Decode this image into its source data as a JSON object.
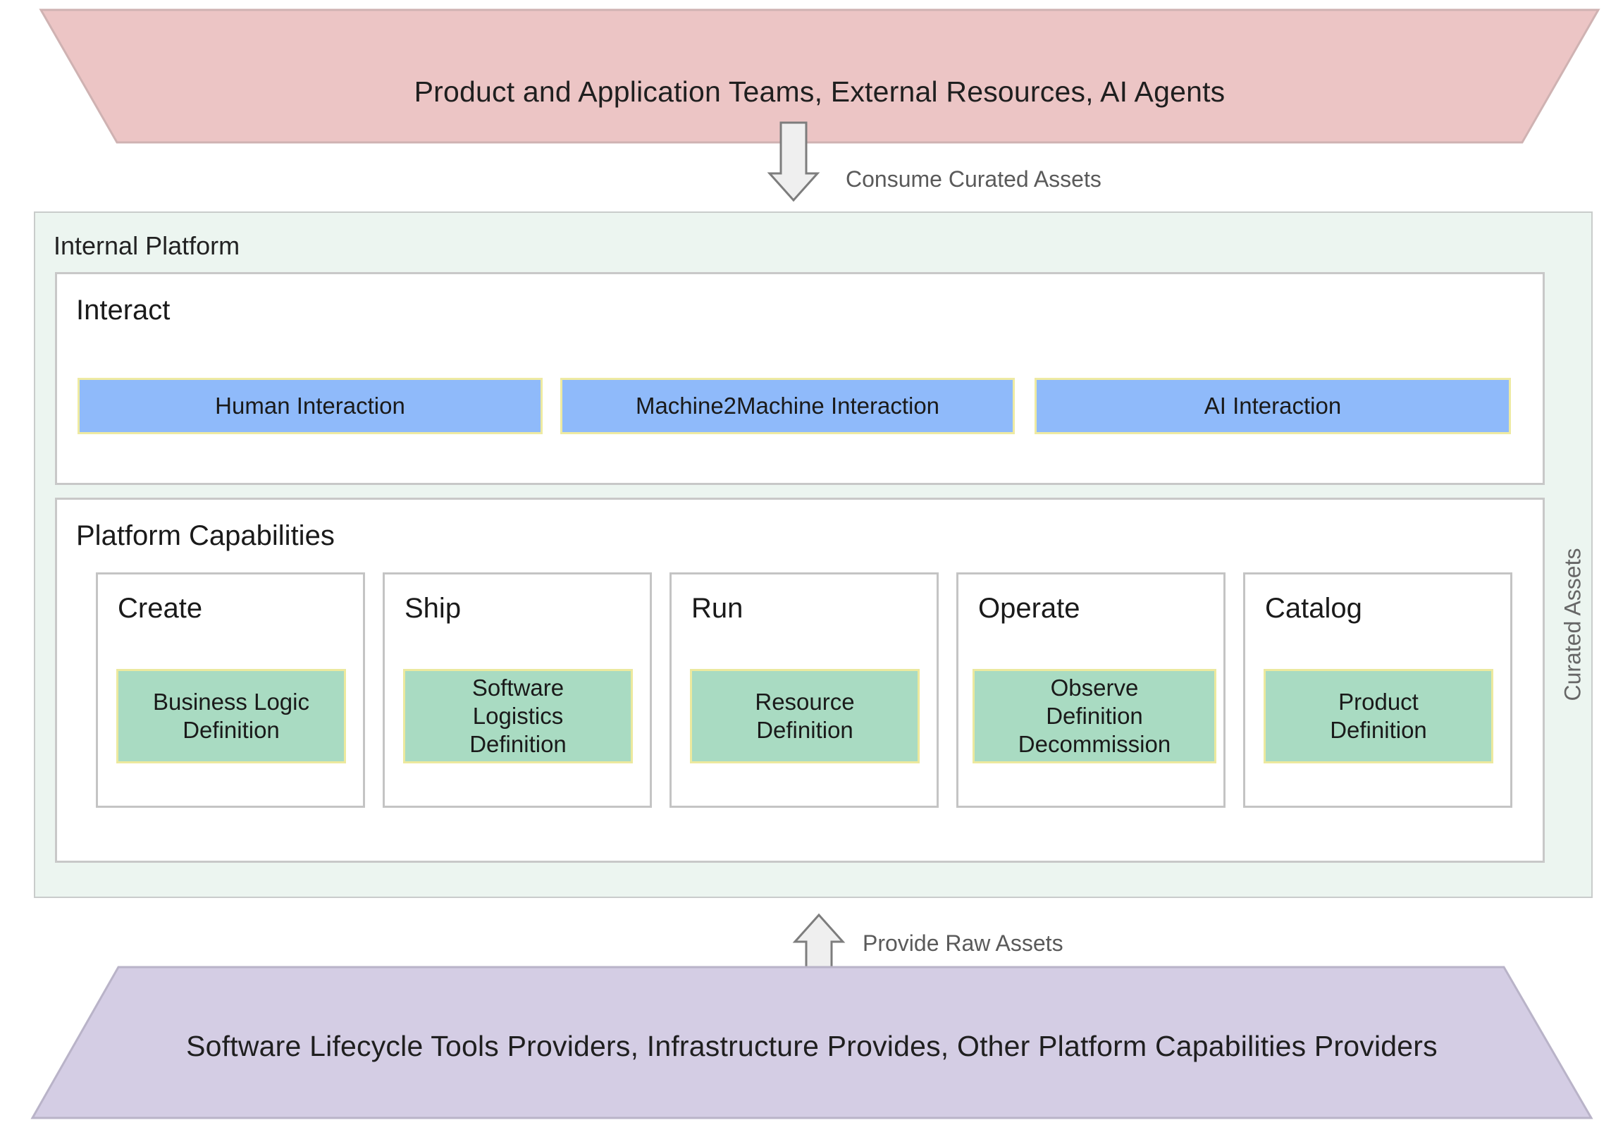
{
  "top_layer": {
    "label": "Product and Application Teams, External Resources, AI Agents",
    "color": "#ecc5c5"
  },
  "consume_arrow": {
    "label": "Consume Curated Assets",
    "direction": "down"
  },
  "platform": {
    "title": "Internal Platform",
    "side_label": "Curated Assets",
    "background": "#ecf5f0"
  },
  "interact": {
    "title": "Interact",
    "items": [
      {
        "label": "Human Interaction"
      },
      {
        "label": "Machine2Machine Interaction"
      },
      {
        "label": "AI Interaction"
      }
    ],
    "color": "#8fbafa"
  },
  "capabilities": {
    "title": "Platform Capabilities",
    "cards": [
      {
        "title": "Create",
        "item": "Business Logic\nDefinition"
      },
      {
        "title": "Ship",
        "item": "Software\nLogistics\nDefinition"
      },
      {
        "title": "Run",
        "item": "Resource\nDefinition"
      },
      {
        "title": "Operate",
        "item": "Observe\nDefinition\nDecommission"
      },
      {
        "title": "Catalog",
        "item": "Product\nDefinition"
      }
    ],
    "item_color": "#a9dbc2"
  },
  "provide_arrow": {
    "label": "Provide Raw Assets",
    "direction": "up"
  },
  "bottom_layer": {
    "label": "Software Lifecycle Tools Providers, Infrastructure Provides, Other Platform Capabilities Providers",
    "color": "#d4cde4"
  }
}
